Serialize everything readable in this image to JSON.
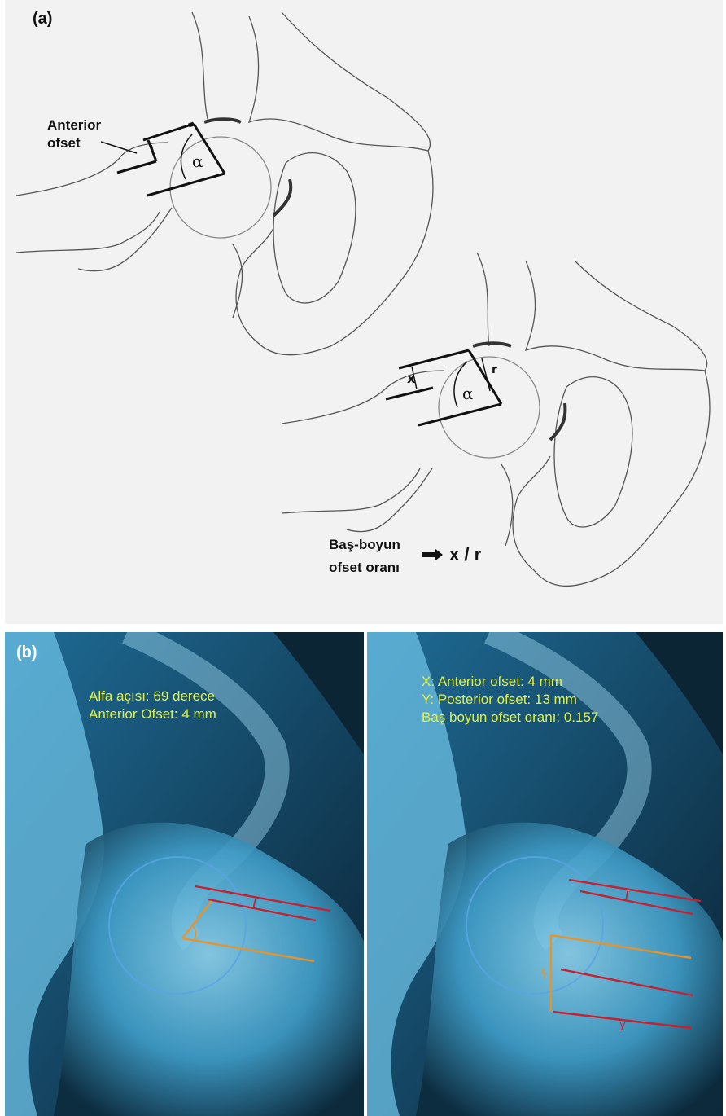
{
  "panel_a": {
    "label": "(a)",
    "upper": {
      "anterior_offset_label": [
        "Anterior",
        "ofset"
      ],
      "alpha": "α"
    },
    "lower": {
      "x": "x",
      "alpha": "α",
      "r": "r",
      "ratio_label": [
        "Baş-boyun",
        "ofset oranı"
      ],
      "ratio_formula": "x / r"
    }
  },
  "panel_b": {
    "label": "(b)",
    "left_text": [
      "Alfa açısı: 69 derece",
      "Anterior Ofset: 4 mm"
    ],
    "right_text": [
      "X: Anterior ofset: 4 mm",
      "Y: Posterior ofset: 13 mm",
      "Baş boyun ofset oranı: 0.157"
    ],
    "right_marks": {
      "x": "x",
      "r": "r",
      "y": "y"
    },
    "colors": {
      "text": "#e2f03c",
      "offset_lines": "#c8202e",
      "angle_lines": "#e8922a",
      "head_circle": "#4a8fd6"
    }
  }
}
